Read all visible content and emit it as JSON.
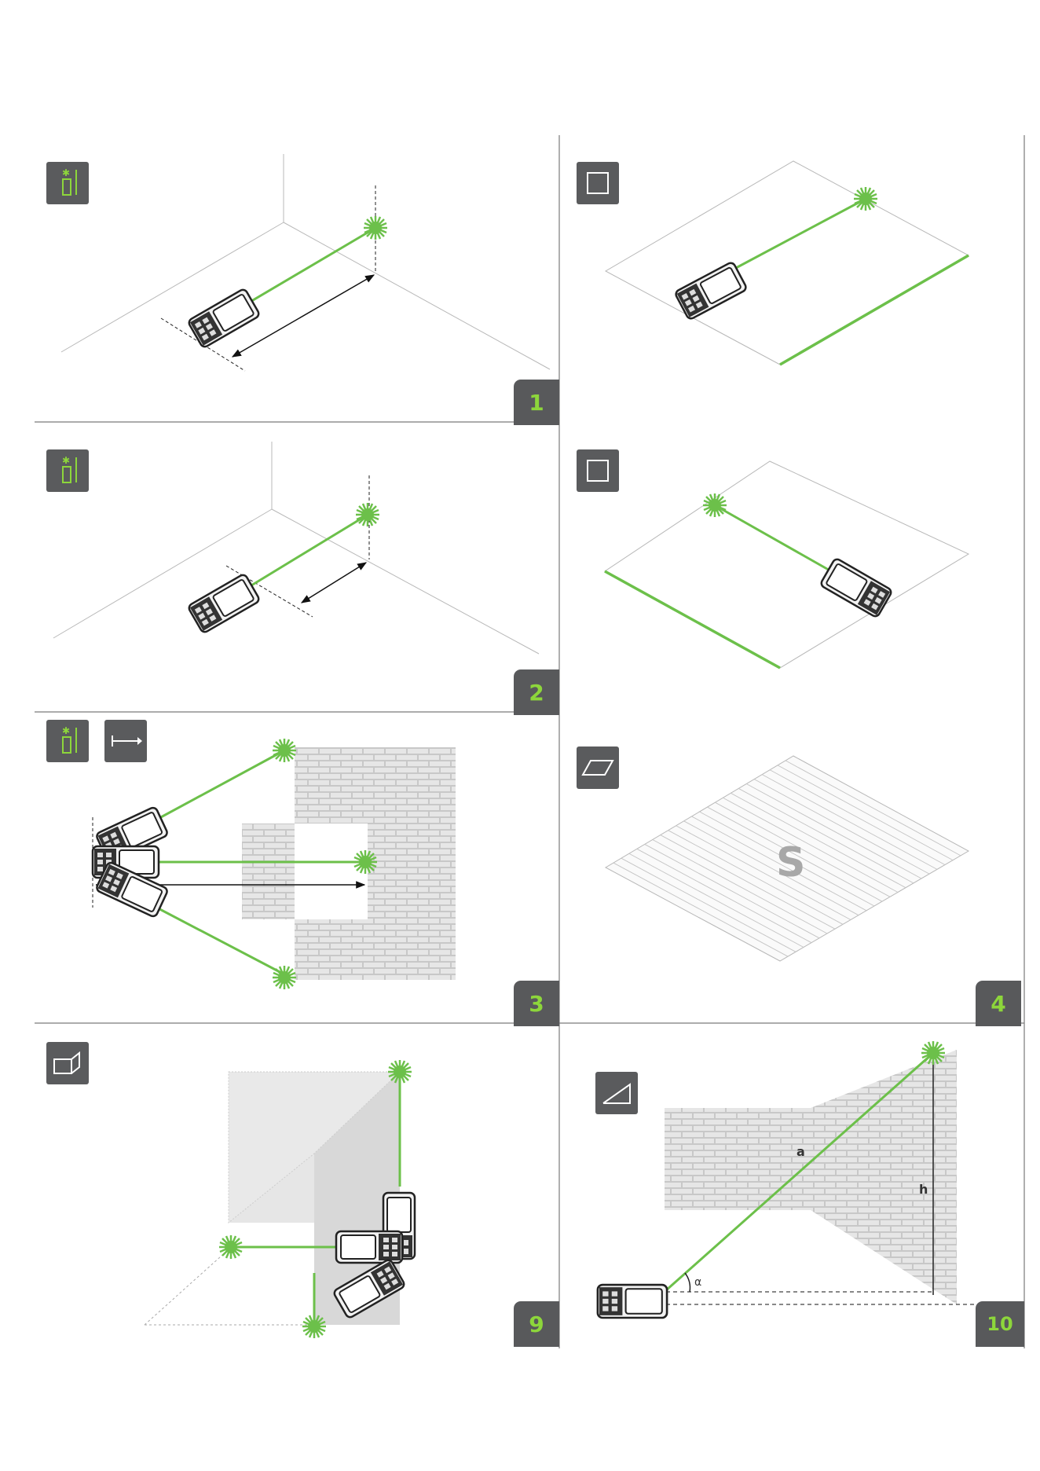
{
  "panels": [
    {
      "number": "1"
    },
    {
      "number": "2"
    },
    {
      "number": "3"
    },
    {
      "number": "4"
    },
    {
      "number": "9"
    },
    {
      "number": "10"
    }
  ],
  "labels": {
    "area_symbol": "S",
    "hypotenuse": "a",
    "height": "h",
    "angle": "α"
  },
  "colors": {
    "laser": "#6cc04a",
    "badge_bg": "#58595b",
    "badge_text": "#8dd63b",
    "icon_bg": "#5a5b5d"
  }
}
